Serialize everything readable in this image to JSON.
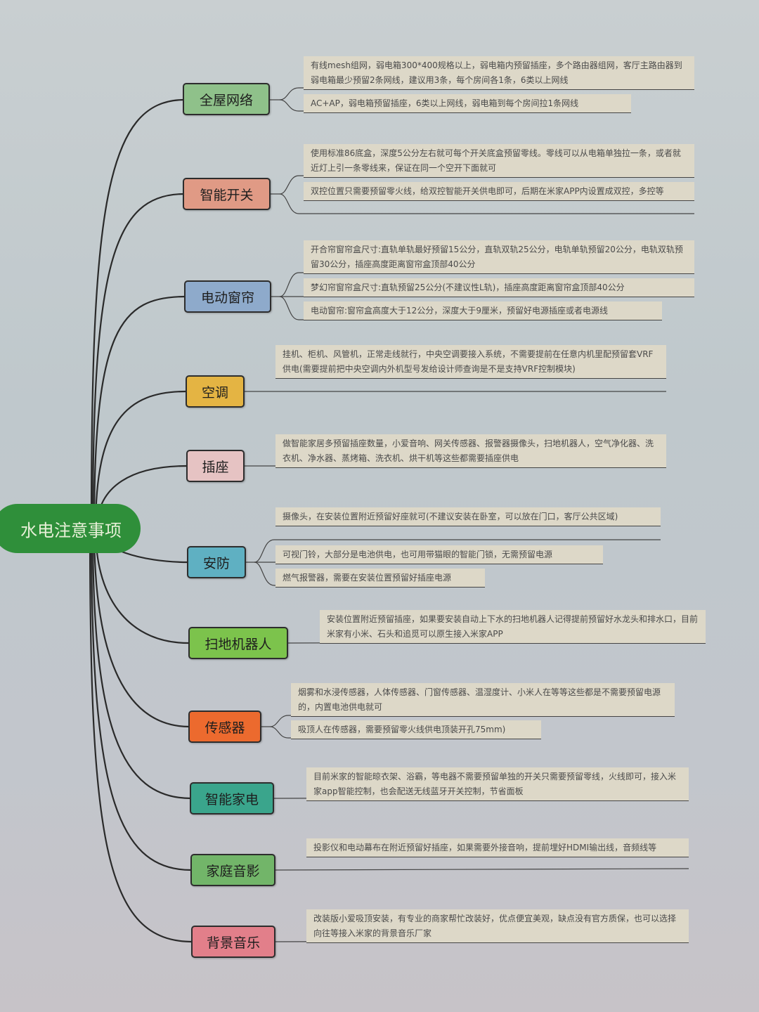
{
  "root": {
    "label": "水电注意事项",
    "color": "#2f8f3a"
  },
  "branches": [
    {
      "label": "全屋网络",
      "color": "#8fc18a",
      "leaves": [
        "有线mesh组网，弱电箱300*400规格以上，弱电箱内预留插座，多个路由器组网，客厅主路由器到弱电箱最少预留2条网线，建议用3条，每个房间各1条，6类以上网线",
        "AC+AP，弱电箱预留插座，6类以上网线，弱电箱到每个房间拉1条网线"
      ]
    },
    {
      "label": "智能开关",
      "color": "#e09a85",
      "leaves": [
        "使用标准86底盒，深度5公分左右就可每个开关底盒预留零线。零线可以从电箱单独拉一条，或者就近灯上引一条零线来，保证在同一个空开下面就可",
        "双控位置只需要预留零火线，给双控智能开关供电即可，后期在米家APP内设置成双控，多控等"
      ]
    },
    {
      "label": "电动窗帘",
      "color": "#8eaacb",
      "leaves": [
        "开合帘窗帘盒尺寸:直轨单轨最好预留15公分，直轨双轨25公分，电轨单轨预留20公分，电轨双轨预留30公分，插座高度距离窗帘盒顶部40公分",
        "梦幻帘窗帘盒尺寸:直轨预留25公分(不建议性L轨)，插座高度距离窗帘盒顶部40公分",
        "电动窗帘:窗帘盒高度大于12公分，深度大于9厘米，预留好电源插座或者电源线"
      ]
    },
    {
      "label": "空调",
      "color": "#e4b443",
      "leaves": [
        "挂机、柜机、风管机，正常走线就行，中央空调要接入系统，不需要提前在任意内机里配预留套VRF供电(需要提前把中央空调内外机型号发给设计师查询是不是支持VRF控制模块)"
      ]
    },
    {
      "label": "插座",
      "color": "#e6c3c3",
      "leaves": [
        "做智能家居多预留插座数量，小爱音响、网关传感器、报警器摄像头，扫地机器人，空气净化器、洗衣机、净水器、蒸烤箱、洗衣机、烘干机等这些都需要插座供电"
      ]
    },
    {
      "label": "安防",
      "color": "#5fb0c2",
      "leaves": [
        "摄像头，在安装位置附近预留好座就可(不建议安装在卧室，可以放在门口，客厅公共区域)",
        "可视门铃，大部分是电池供电，也可用带猫眼的智能门锁，无需预留电源",
        "燃气报警器，需要在安装位置预留好插座电源"
      ]
    },
    {
      "label": "扫地机器人",
      "color": "#7cc34c",
      "leaves": [
        "安装位置附近预留插座，如果要安装自动上下水的扫地机器人记得提前预留好水龙头和排水口，目前米家有小米、石头和追觅可以原生接入米家APP"
      ]
    },
    {
      "label": "传感器",
      "color": "#ec6a2e",
      "leaves": [
        "烟雾和水浸传感器，人体传感器、门窗传感器、温湿度计、小米人在等等这些都是不需要预留电源的，内置电池供电就可",
        "吸顶人在传感器，需要预留零火线供电顶装开孔75mm)"
      ]
    },
    {
      "label": "智能家电",
      "color": "#3aa58c",
      "leaves": [
        "目前米家的智能晾衣架、浴霸，等电器不需要预留单独的开关只需要预留零线，火线即可，接入米家app智能控制，也会配送无线蓝牙开关控制，节省面板"
      ]
    },
    {
      "label": "家庭音影",
      "color": "#72b569",
      "leaves": [
        "投影仪和电动幕布在附近预留好插座，如果需要外接音响，提前埋好HDMI输出线，音频线等"
      ]
    },
    {
      "label": "背景音乐",
      "color": "#e27f8a",
      "leaves": [
        "改装版小爱吸顶安装，有专业的商家帮忙改装好，优点便宜美观，缺点没有官方质保，也可以选择向往等接入米家的背景音乐厂家"
      ]
    }
  ]
}
